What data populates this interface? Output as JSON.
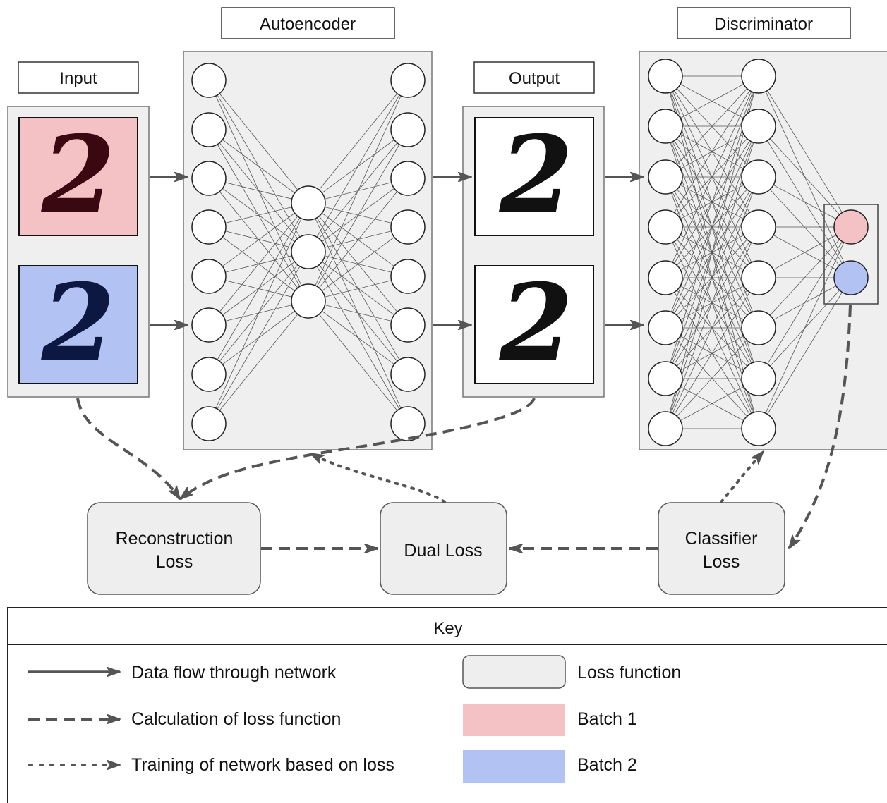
{
  "labels": {
    "input": "Input",
    "autoencoder": "Autoencoder",
    "output": "Output",
    "discriminator": "Discriminator"
  },
  "digit_glyph": "2",
  "losses": {
    "reconstruction": [
      "Reconstruction",
      "Loss"
    ],
    "dual": "Dual Loss",
    "classifier": [
      "Classifier",
      "Loss"
    ]
  },
  "key": {
    "title": "Key",
    "data_flow": "Data flow through network",
    "loss_calc": "Calculation of loss function",
    "training": "Training of network based on loss",
    "loss_function": "Loss function",
    "batch1": "Batch 1",
    "batch2": "Batch 2"
  },
  "network": {
    "autoencoder_layers": [
      8,
      3,
      8
    ],
    "discriminator_layers": [
      8,
      8,
      2
    ]
  },
  "colors": {
    "batch1": "#f4c1c4",
    "batch2": "#b2c2f3",
    "panel_fill": "#efefef",
    "arrow": "#555555",
    "loss_fill": "#eeeeee"
  }
}
